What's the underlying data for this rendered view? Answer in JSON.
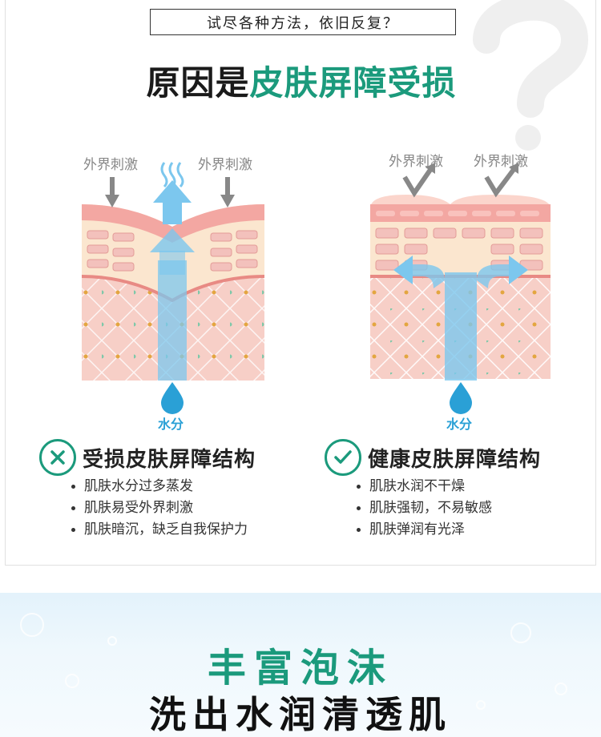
{
  "tagline": "试尽各种方法，依旧反复？",
  "headline": {
    "part1": "原因是",
    "part2": "皮肤屏障受损"
  },
  "damaged": {
    "stimulus_left": "外界刺激",
    "stimulus_right": "外界刺激",
    "water_label": "水分",
    "title": "受损皮肤屏障结构",
    "bullets": [
      "肌肤水分过多蒸发",
      "肌肤易受外界刺激",
      "肌肤暗沉，缺乏自我保护力"
    ]
  },
  "healthy": {
    "stimulus_left": "外界刺激",
    "stimulus_right": "外界刺激",
    "water_label": "水分",
    "title": "健康皮肤屏障结构",
    "bullets": [
      "肌肤水润不干燥",
      "肌肤强韧，不易敏感",
      "肌肤弹润有光泽"
    ]
  },
  "foam": {
    "line1": "丰富泡沫",
    "line2": "洗出水润清透肌"
  },
  "colors": {
    "accent_green": "#1b9a7c",
    "water_blue": "#4fb3e6",
    "skin_pink": "#f7c8c0",
    "gray_text": "#888888"
  }
}
